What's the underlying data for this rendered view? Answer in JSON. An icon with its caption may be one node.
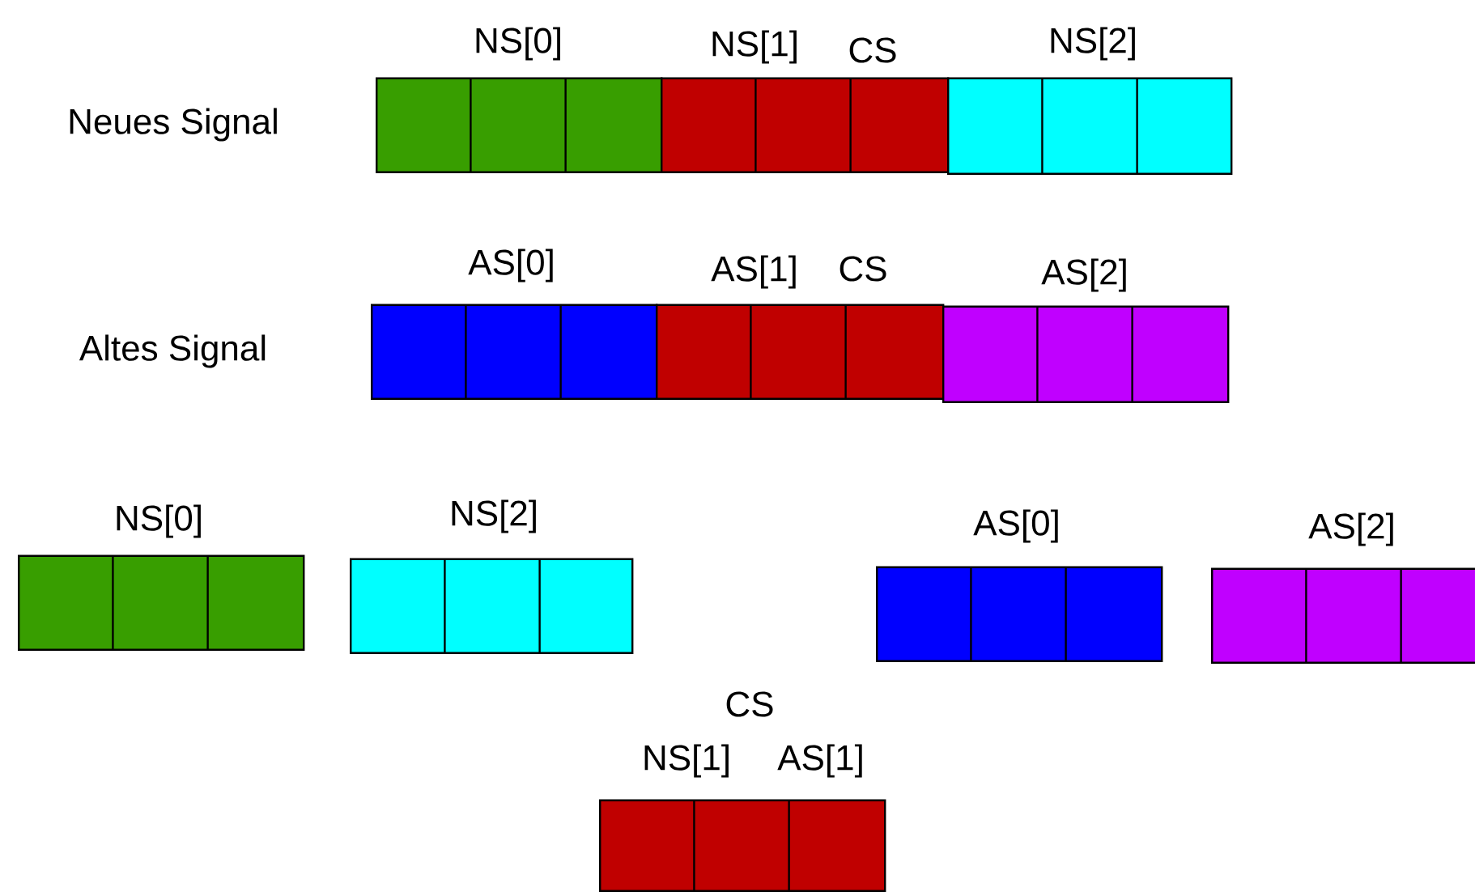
{
  "diagram": {
    "nodes": [
      {
        "text": [
          "NS[0]"
        ]
      },
      {
        "text": [
          "NS[1]",
          "CS"
        ]
      },
      {
        "text": [
          "NS[2]"
        ]
      },
      {
        "text": [
          "AS[0]"
        ]
      },
      {
        "text": [
          "AS[1]",
          "CS"
        ]
      },
      {
        "text": [
          "AS[2]"
        ]
      },
      {
        "text": [
          "NS[0]"
        ]
      },
      {
        "text": [
          "NS[2]"
        ]
      },
      {
        "text": [
          "AS[0]"
        ]
      },
      {
        "text": [
          "AS[2]"
        ]
      },
      {
        "text": [
          "CS",
          "NS[1]",
          "AS[1]"
        ]
      }
    ],
    "edges": [],
    "labels": [
      "Neues Signal",
      "Altes Signal"
    ]
  }
}
